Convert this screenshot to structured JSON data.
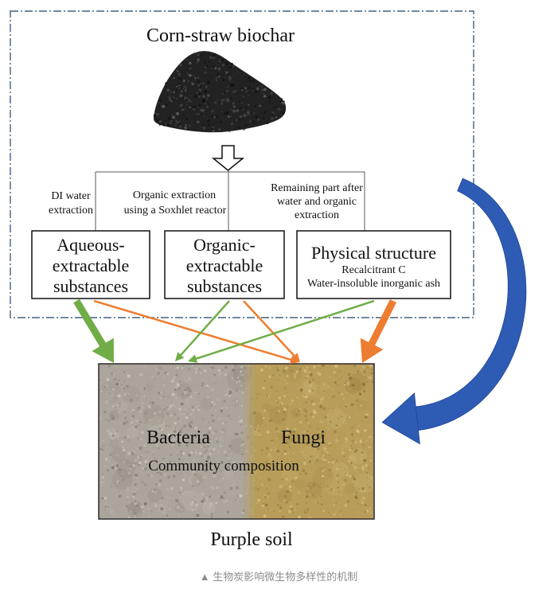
{
  "title": "Corn-straw biochar",
  "extraction": {
    "water": [
      "DI water",
      "extraction"
    ],
    "organic": [
      "Organic extraction",
      "using a Soxhlet reactor"
    ],
    "remaining": [
      "Remaining part after",
      "water and organic",
      "extraction"
    ]
  },
  "boxes": {
    "aqueous": [
      "Aqueous-",
      "extractable",
      "substances"
    ],
    "organic": [
      "Organic-",
      "extractable",
      "substances"
    ],
    "physical": {
      "title": "Physical structure",
      "items": [
        "Recalcitrant C",
        "Water-insoluble inorganic ash"
      ]
    }
  },
  "soil": {
    "bacteria": "Bacteria",
    "fungi": "Fungi",
    "community": "Community composition",
    "name": "Purple soil"
  },
  "caption": "▲ 生物炭影响微生物多样性的机制",
  "colors": {
    "green_arrow": "#70ad47",
    "orange_arrow": "#ed7d31",
    "blue_arrow": "#2e5cb5",
    "community_text": "#e8211d",
    "frame": "#44607e",
    "bacteria_soil": "#aca59b",
    "fungi_soil": "#b89d5a",
    "biochar": "#222222"
  }
}
